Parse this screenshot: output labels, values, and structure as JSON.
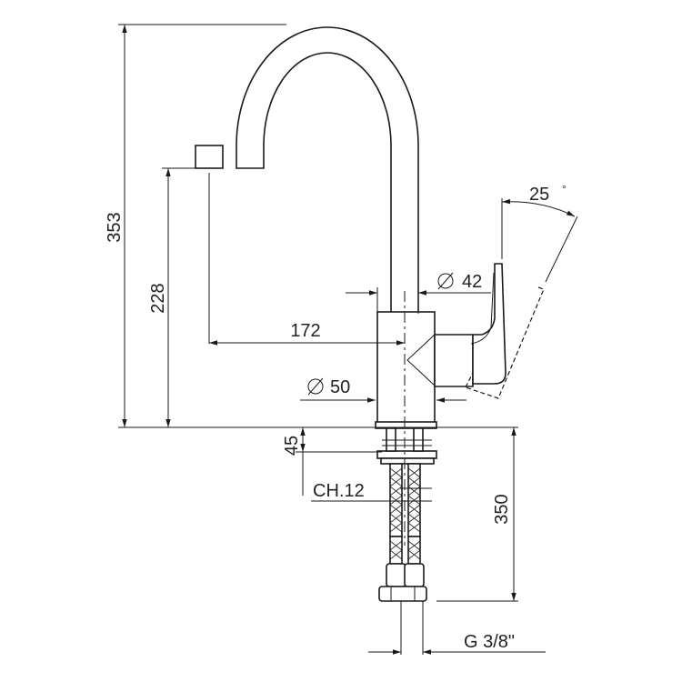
{
  "dimensions": {
    "total_height": "353",
    "spout_height": "228",
    "spout_reach": "172",
    "spout_diameter": "42",
    "base_diameter": "50",
    "base_to_nut": "45",
    "hose_length": "350",
    "lever_angle": "25",
    "lever_angle_unit": "°",
    "wrench_size": "CH.12",
    "thread_size": "G 3/8\""
  },
  "colors": {
    "line": "#1a1a1a",
    "background": "#ffffff"
  }
}
